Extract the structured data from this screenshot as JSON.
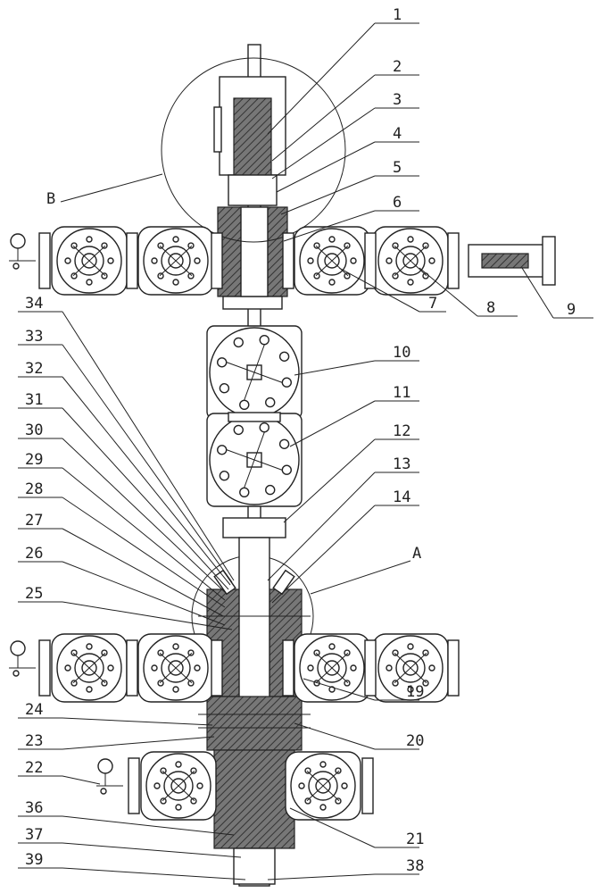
{
  "drawing": {
    "title_callouts": [
      "A",
      "B"
    ],
    "labels": [
      "1",
      "2",
      "3",
      "4",
      "5",
      "6",
      "7",
      "8",
      "9",
      "10",
      "11",
      "12",
      "13",
      "14",
      "19",
      "20",
      "21",
      "22",
      "23",
      "24",
      "25",
      "26",
      "27",
      "28",
      "29",
      "30",
      "31",
      "32",
      "33",
      "34",
      "36",
      "37",
      "38",
      "39"
    ],
    "detail_A": "A",
    "detail_B": "B"
  }
}
